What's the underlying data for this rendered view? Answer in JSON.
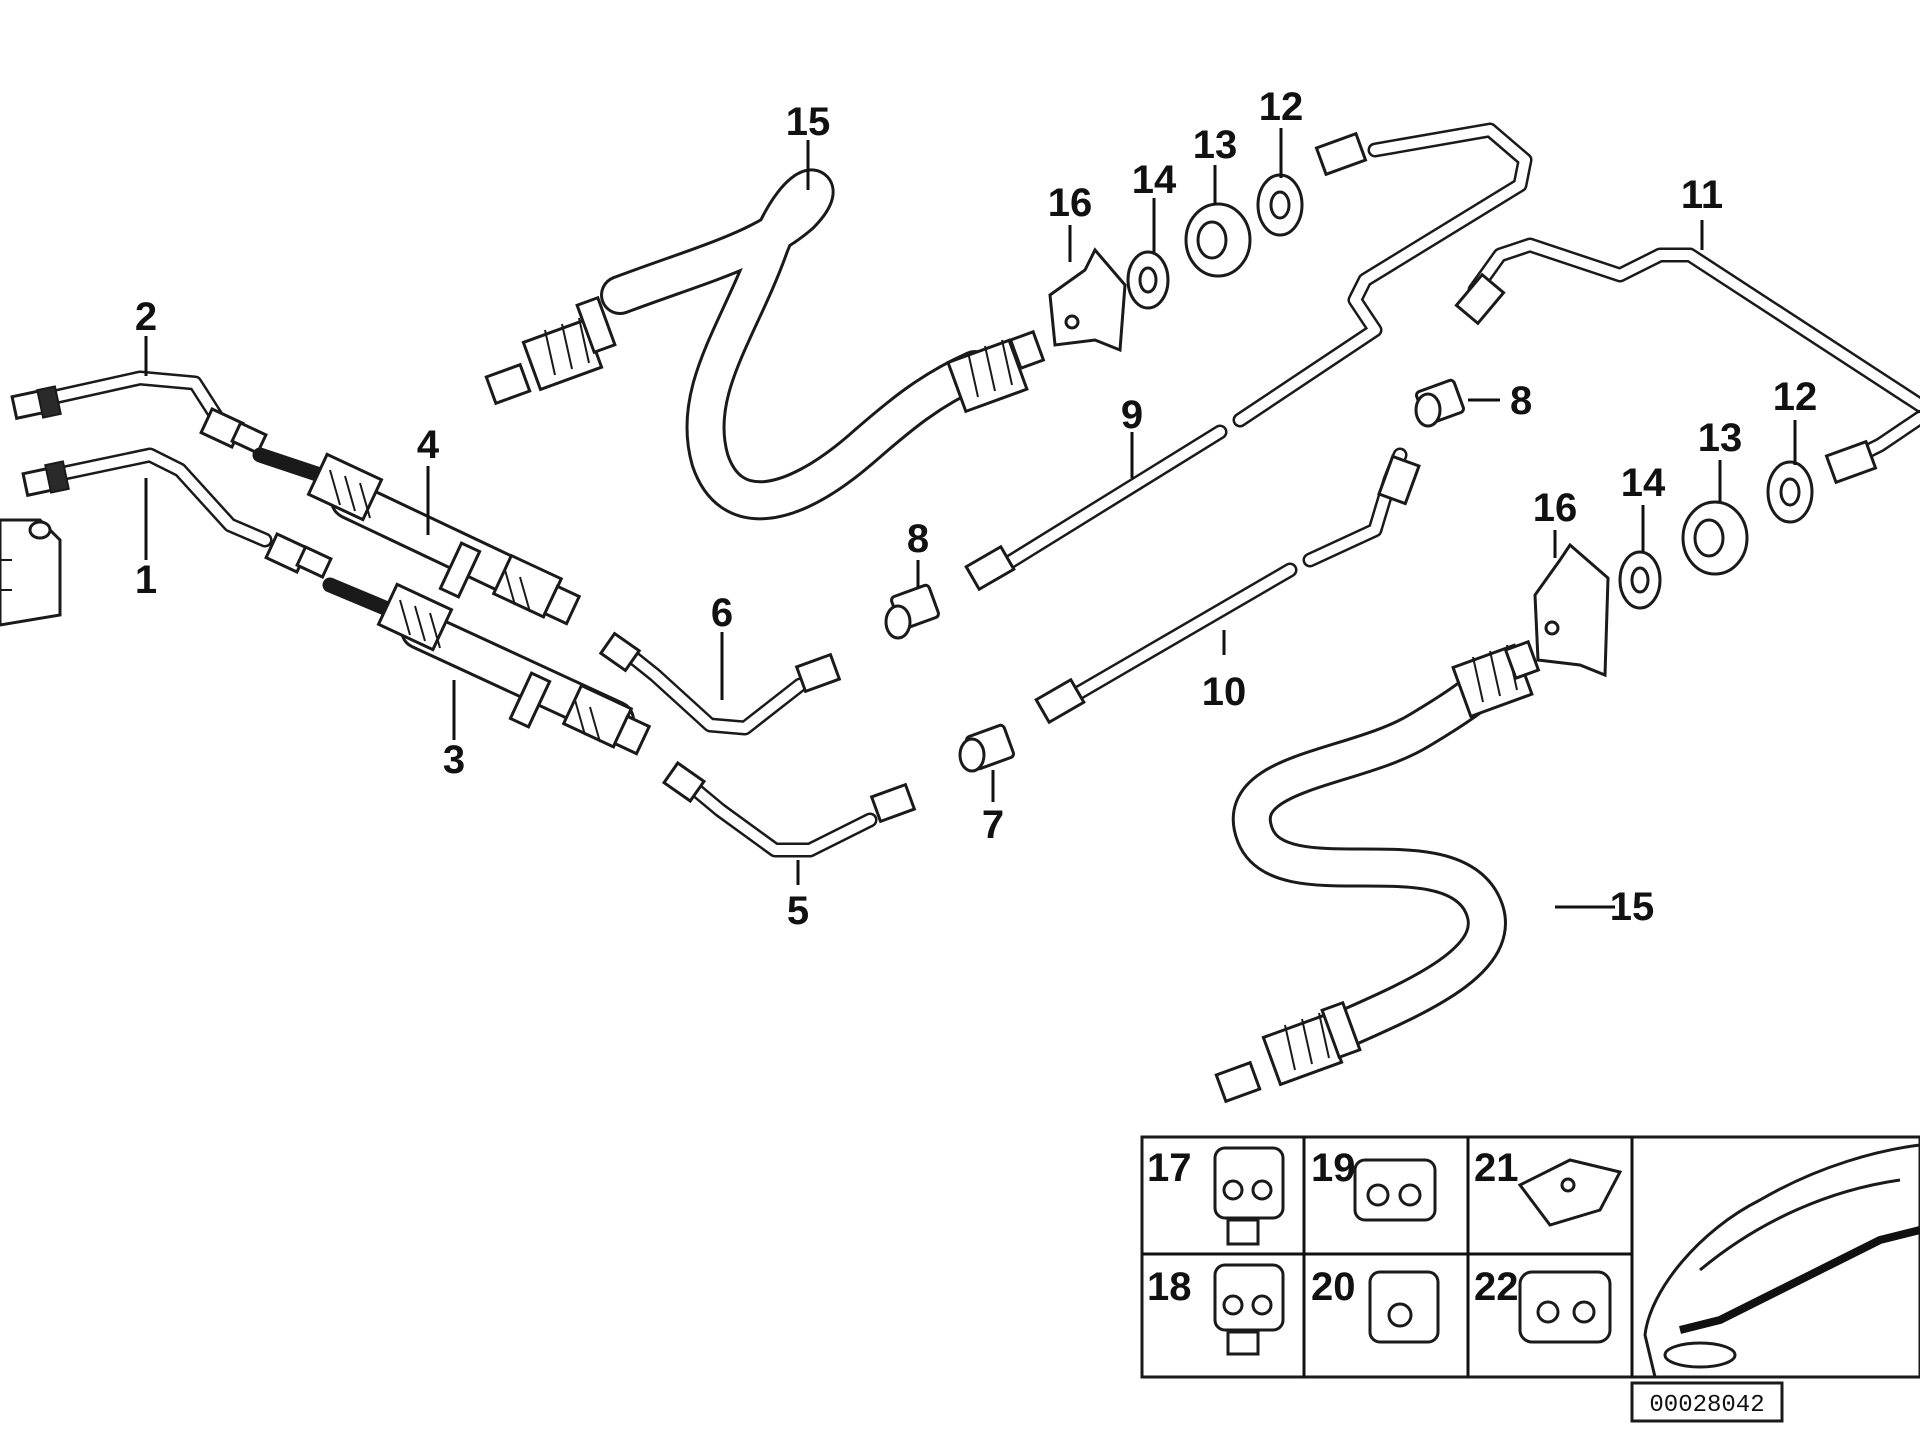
{
  "callouts": {
    "c1": "1",
    "c2": "2",
    "c3": "3",
    "c4": "4",
    "c5": "5",
    "c6": "6",
    "c7": "7",
    "c8a": "8",
    "c8b": "8",
    "c9": "9",
    "c10": "10",
    "c11": "11",
    "c12a": "12",
    "c12b": "12",
    "c13a": "13",
    "c13b": "13",
    "c14a": "14",
    "c14b": "14",
    "c15a": "15",
    "c15b": "15",
    "c16a": "16",
    "c16b": "16"
  },
  "inset": {
    "cells": [
      "17",
      "19",
      "21",
      "18",
      "20",
      "22"
    ]
  },
  "diagram_ref": "00028042",
  "icons": [
    "brake-line-pipe",
    "brake-hose",
    "hose-bracket",
    "grommet",
    "washer",
    "union-nut",
    "pipe-clip",
    "car-outline"
  ]
}
